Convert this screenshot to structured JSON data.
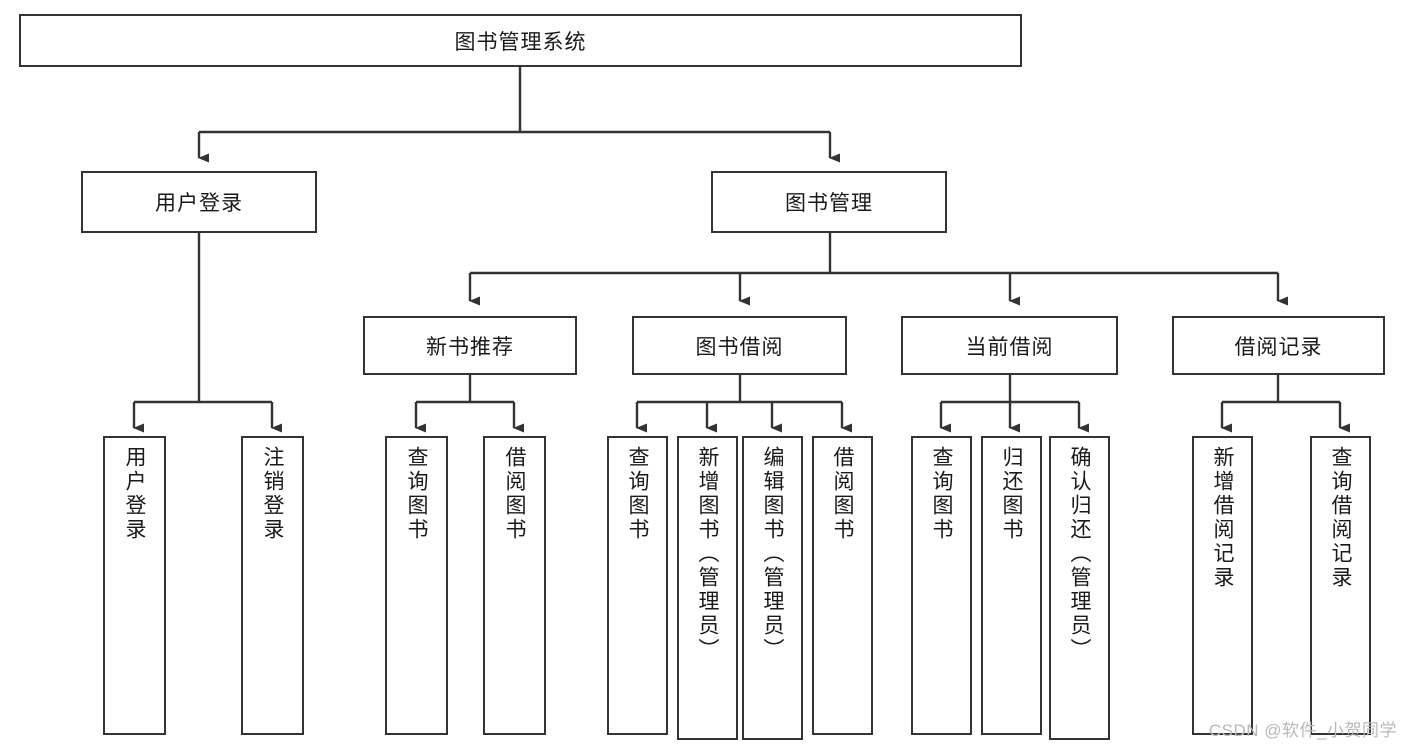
{
  "diagram": {
    "title": "图书管理系统",
    "type": "tree-hierarchy-diagram",
    "colors": {
      "stroke": "#333333",
      "fill": "#ffffff",
      "text": "#1a1a1a",
      "watermark": "#b8b8b8"
    },
    "root": {
      "label": "图书管理系统"
    },
    "level2": [
      {
        "label": "用户登录"
      },
      {
        "label": "图书管理"
      }
    ],
    "level3": [
      {
        "label": "新书推荐"
      },
      {
        "label": "图书借阅"
      },
      {
        "label": "当前借阅"
      },
      {
        "label": "借阅记录"
      }
    ],
    "leaves": {
      "user_login": [
        {
          "label": "用户登录"
        },
        {
          "label": "注销登录"
        }
      ],
      "new_book_recommend": [
        {
          "label": "查询图书"
        },
        {
          "label": "借阅图书"
        }
      ],
      "book_borrow": [
        {
          "label": "查询图书"
        },
        {
          "label": "新增图书（管理员）"
        },
        {
          "label": "编辑图书（管理员）"
        },
        {
          "label": "借阅图书"
        }
      ],
      "current_borrow": [
        {
          "label": "查询图书"
        },
        {
          "label": "归还图书"
        },
        {
          "label": "确认归还（管理员）"
        }
      ],
      "borrow_record": [
        {
          "label": "新增借阅记录"
        },
        {
          "label": "查询借阅记录"
        }
      ]
    }
  },
  "watermark": {
    "text": "CSDN @软件_小贺同学"
  }
}
